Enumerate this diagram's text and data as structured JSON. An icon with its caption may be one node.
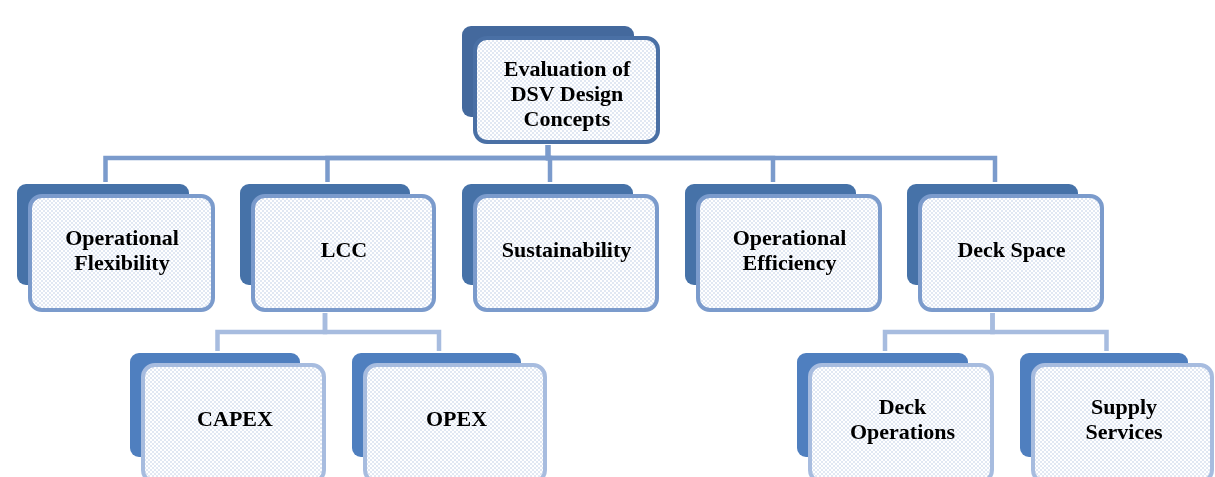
{
  "diagram": {
    "nodes": [
      {
        "text": [
          "Evaluation of DSV Design Concepts"
        ]
      },
      {
        "text": [
          "Operational Flexibility"
        ]
      },
      {
        "text": [
          "LCC"
        ]
      },
      {
        "text": [
          "Sustainability"
        ]
      },
      {
        "text": [
          "Operational Efficiency"
        ]
      },
      {
        "text": [
          "Deck Space"
        ]
      },
      {
        "text": [
          "CAPEX"
        ]
      },
      {
        "text": [
          "OPEX"
        ]
      },
      {
        "text": [
          "Deck Operations"
        ]
      },
      {
        "text": [
          "Supply Services"
        ]
      }
    ],
    "edges": [
      {
        "from": 0,
        "to": 1,
        "arrow": "none"
      },
      {
        "from": 0,
        "to": 2,
        "arrow": "none"
      },
      {
        "from": 0,
        "to": 3,
        "arrow": "none"
      },
      {
        "from": 0,
        "to": 4,
        "arrow": "none"
      },
      {
        "from": 0,
        "to": 5,
        "arrow": "none"
      },
      {
        "from": 2,
        "to": 6,
        "arrow": "none",
        "color": "#a7bcdf"
      },
      {
        "from": 2,
        "to": 7,
        "arrow": "none",
        "color": "#a7bcdf"
      },
      {
        "from": 5,
        "to": 8,
        "arrow": "none",
        "color": "#a7bcdf"
      },
      {
        "from": 5,
        "to": 9,
        "arrow": "none",
        "color": "#a7bcdf"
      }
    ]
  }
}
